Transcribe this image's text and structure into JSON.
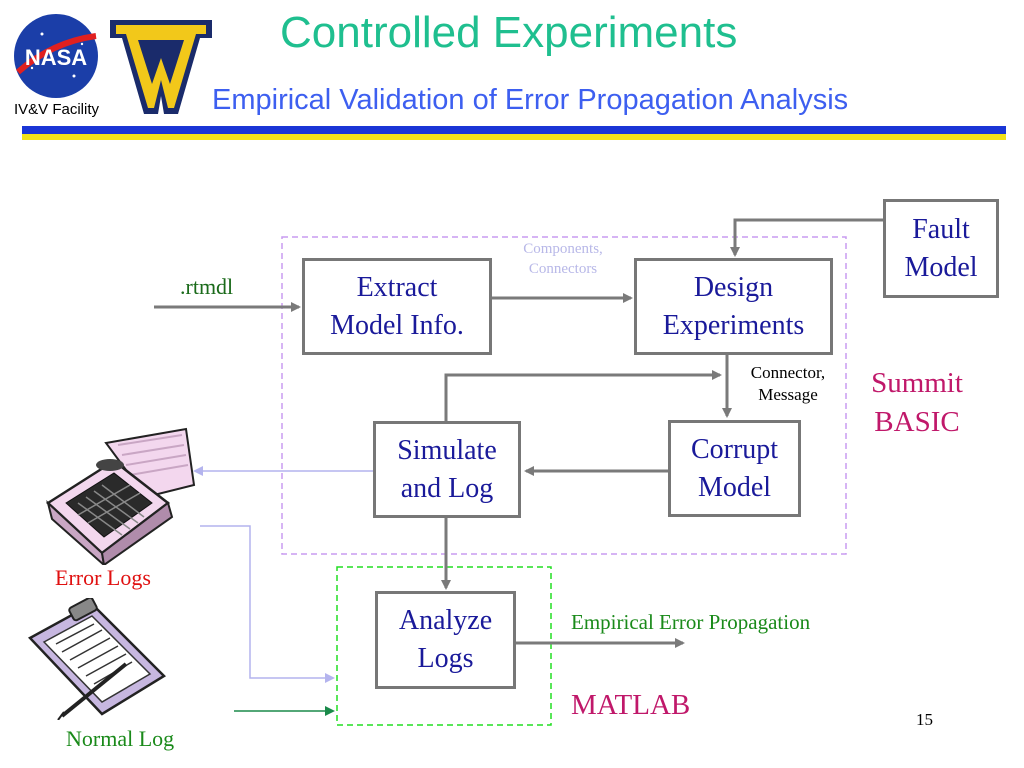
{
  "header": {
    "title": "Controlled Experiments",
    "subtitle": "Empirical Validation of Error Propagation Analysis",
    "facility": "IV&V Facility",
    "logos": [
      "nasa-logo",
      "wv-logo"
    ]
  },
  "diagram": {
    "boxes": {
      "extract": [
        "Extract",
        "Model Info."
      ],
      "design": [
        "Design",
        "Experiments"
      ],
      "fault": [
        "Fault",
        "Model"
      ],
      "simulate": [
        "Simulate",
        "and Log"
      ],
      "corrupt": [
        "Corrupt",
        "Model"
      ],
      "analyze": [
        "Analyze",
        "Logs"
      ]
    },
    "labels": {
      "rtmdl": ".rtmdl",
      "components": [
        "Components,",
        "Connectors"
      ],
      "connector_message": [
        "Connector,",
        "Message"
      ],
      "summit": [
        "Summit",
        "BASIC"
      ],
      "error_logs": "Error Logs",
      "normal_log": "Normal Log",
      "empirical": "Empirical Error Propagation",
      "matlab": "MATLAB"
    },
    "icons": [
      "calculator-icon",
      "clipboard-icon"
    ]
  },
  "page_number": "15",
  "colors": {
    "title": "#1fbf8f",
    "subtitle": "#3d5ff0",
    "box_text": "#1a1a9a",
    "summit": "#c0186a",
    "error_logs": "#e01010",
    "normal_log": "#1a8a1a",
    "purple_dash": "#c89cf0",
    "green_dash": "#22dd22"
  }
}
